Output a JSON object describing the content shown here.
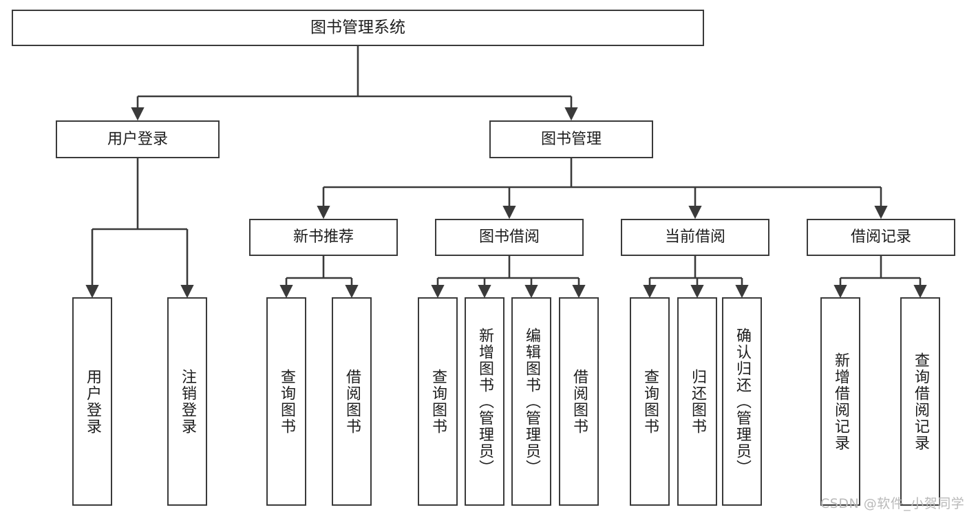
{
  "diagram": {
    "type": "hierarchy-tree",
    "title": "图书管理系统",
    "orientation": "top-down",
    "colors": {
      "box_border": "#3a3a3a",
      "box_fill": "#ffffff",
      "connector": "#3a3a3a",
      "text": "#1d1d1d",
      "watermark": "#b9b9b9",
      "background": "#ffffff"
    },
    "nodes": {
      "root": {
        "label": "图书管理系统"
      },
      "level1": [
        {
          "id": "user-login",
          "label": "用户登录"
        },
        {
          "id": "book-management",
          "label": "图书管理"
        }
      ],
      "level2": [
        {
          "id": "new-book-recommend",
          "label": "新书推荐"
        },
        {
          "id": "book-borrow",
          "label": "图书借阅"
        },
        {
          "id": "current-borrow",
          "label": "当前借阅"
        },
        {
          "id": "borrow-record",
          "label": "借阅记录"
        }
      ],
      "leaves": {
        "user_login": [
          {
            "id": "leaf-user-login",
            "label": "用户登录"
          },
          {
            "id": "leaf-user-logout",
            "label": "注销登录"
          }
        ],
        "new_book_recommend": [
          {
            "id": "leaf-query-book-1",
            "label": "查询图书"
          },
          {
            "id": "leaf-borrow-book-1",
            "label": "借阅图书"
          }
        ],
        "book_borrow": [
          {
            "id": "leaf-query-book-2",
            "label": "查询图书"
          },
          {
            "id": "leaf-add-book",
            "label": "新增图书（管理员）"
          },
          {
            "id": "leaf-edit-book",
            "label": "编辑图书（管理员）"
          },
          {
            "id": "leaf-borrow-book-2",
            "label": "借阅图书"
          }
        ],
        "current_borrow": [
          {
            "id": "leaf-query-book-3",
            "label": "查询图书"
          },
          {
            "id": "leaf-return-book",
            "label": "归还图书"
          },
          {
            "id": "leaf-confirm-return",
            "label": "确认归还（管理员）"
          }
        ],
        "borrow_record": [
          {
            "id": "leaf-add-record",
            "label": "新增借阅记录"
          },
          {
            "id": "leaf-query-record",
            "label": "查询借阅记录"
          }
        ]
      }
    }
  },
  "watermark": {
    "text": "CSDN @软件_小贺同学"
  }
}
